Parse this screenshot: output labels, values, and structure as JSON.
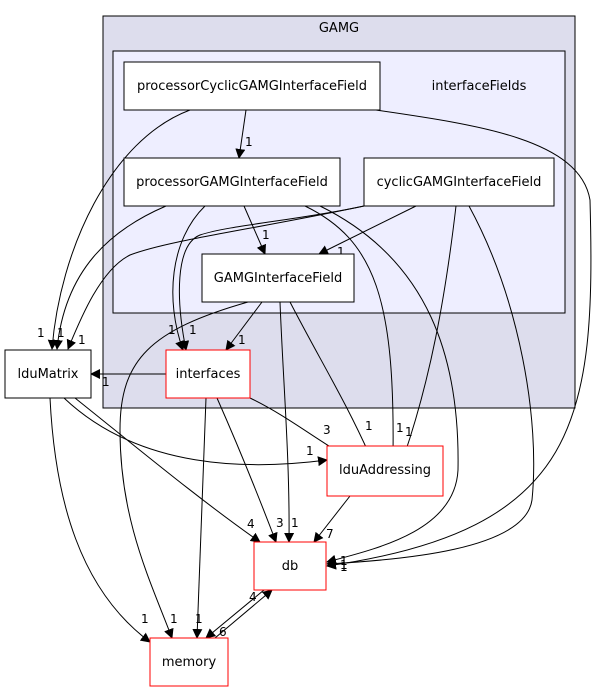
{
  "colors": {
    "outer_cluster_fill": "#dddded",
    "inner_cluster_fill": "#eeeeff",
    "node_fill": "#ffffff",
    "node_border": "#000000",
    "highlight_border": "#ff0000",
    "edge": "#000000"
  },
  "clusters": {
    "outer": {
      "label": "GAMG"
    },
    "inner": {
      "label": "interfaceFields"
    }
  },
  "nodes": {
    "processorCyclic": {
      "label": "processorCyclicGAMGInterfaceField",
      "border": "normal"
    },
    "processorGAMG": {
      "label": "processorGAMGInterfaceField",
      "border": "normal"
    },
    "cyclicGAMG": {
      "label": "cyclicGAMGInterfaceField",
      "border": "normal"
    },
    "gamgInterface": {
      "label": "GAMGInterfaceField",
      "border": "normal"
    },
    "interfaces": {
      "label": "interfaces",
      "border": "highlight"
    },
    "lduMatrix": {
      "label": "lduMatrix",
      "border": "normal"
    },
    "lduAddressing": {
      "label": "lduAddressing",
      "border": "highlight"
    },
    "db": {
      "label": "db",
      "border": "highlight"
    },
    "memory": {
      "label": "memory",
      "border": "highlight"
    }
  },
  "edges": [
    {
      "from": "processorCyclic",
      "to": "processorGAMG",
      "label": "1"
    },
    {
      "from": "processorCyclic",
      "to": "lduMatrix",
      "label": "1"
    },
    {
      "from": "processorCyclic",
      "to": "db",
      "label": "1"
    },
    {
      "from": "processorGAMG",
      "to": "gamgInterface",
      "label": "1"
    },
    {
      "from": "processorGAMG",
      "to": "interfaces",
      "label": "1"
    },
    {
      "from": "processorGAMG",
      "to": "lduMatrix",
      "label": "1"
    },
    {
      "from": "processorGAMG",
      "to": "lduAddressing",
      "label": "1"
    },
    {
      "from": "processorGAMG",
      "to": "db",
      "label": "1"
    },
    {
      "from": "cyclicGAMG",
      "to": "gamgInterface",
      "label": "1"
    },
    {
      "from": "cyclicGAMG",
      "to": "interfaces",
      "label": "1"
    },
    {
      "from": "cyclicGAMG",
      "to": "lduMatrix",
      "label": "1"
    },
    {
      "from": "cyclicGAMG",
      "to": "lduAddressing",
      "label": "1"
    },
    {
      "from": "cyclicGAMG",
      "to": "db",
      "label": "1"
    },
    {
      "from": "gamgInterface",
      "to": "interfaces",
      "label": "1"
    },
    {
      "from": "gamgInterface",
      "to": "lduAddressing",
      "label": "1"
    },
    {
      "from": "gamgInterface",
      "to": "db",
      "label": "1"
    },
    {
      "from": "gamgInterface",
      "to": "memory",
      "label": "1"
    },
    {
      "from": "interfaces",
      "to": "lduMatrix",
      "label": "1"
    },
    {
      "from": "interfaces",
      "to": "lduAddressing",
      "label": "3"
    },
    {
      "from": "interfaces",
      "to": "db",
      "label": "3"
    },
    {
      "from": "interfaces",
      "to": "memory",
      "label": "1"
    },
    {
      "from": "lduMatrix",
      "to": "lduAddressing",
      "label": "1"
    },
    {
      "from": "lduMatrix",
      "to": "db",
      "label": "4"
    },
    {
      "from": "lduMatrix",
      "to": "memory",
      "label": "1"
    },
    {
      "from": "lduAddressing",
      "to": "db",
      "label": "7"
    },
    {
      "from": "db",
      "to": "memory",
      "label": "6"
    },
    {
      "from": "memory",
      "to": "db",
      "label": "4"
    }
  ]
}
